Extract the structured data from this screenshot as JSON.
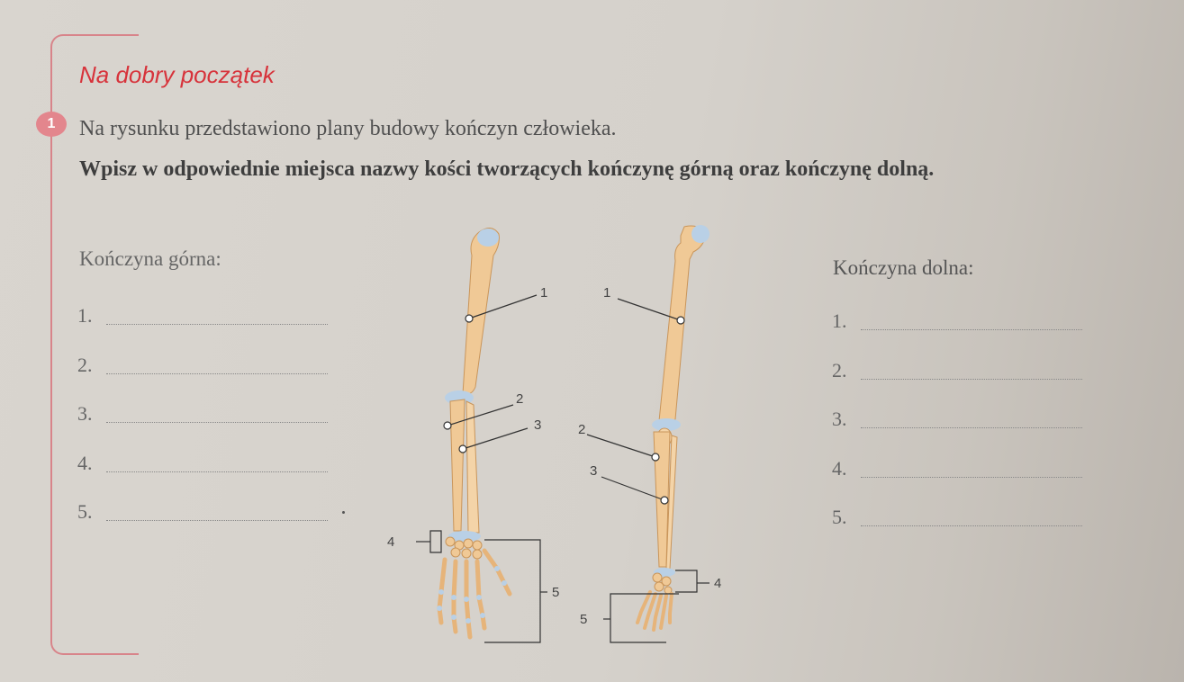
{
  "section_title": "Na dobry początek",
  "task_number": "1",
  "intro": "Na rysunku przedstawiono plany budowy kończyn człowieka.",
  "instruction": "Wpisz w odpowiednie miejsca nazwy kości tworzących kończynę górną oraz kończynę dolną.",
  "upper_limb": {
    "heading": "Kończyna górna:",
    "items": [
      "1.",
      "2.",
      "3.",
      "4.",
      "5."
    ]
  },
  "lower_limb": {
    "heading": "Kończyna dolna:",
    "items": [
      "1.",
      "2.",
      "3.",
      "4.",
      "5."
    ]
  },
  "diagram": {
    "arm_labels": [
      "1",
      "2",
      "3",
      "4",
      "5"
    ],
    "leg_labels": [
      "1",
      "2",
      "3",
      "4",
      "5"
    ]
  },
  "colors": {
    "accent": "#d7333b",
    "bone": "#f0c996",
    "joint": "#b9d0e6"
  }
}
